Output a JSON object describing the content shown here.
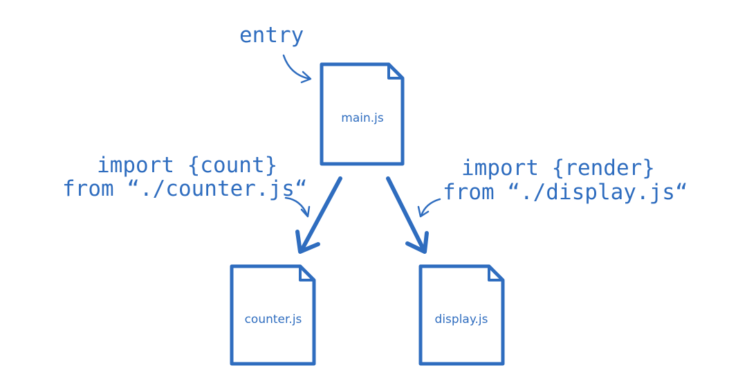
{
  "diagram": {
    "accent_color": "#2f6dbf",
    "entry_label": "entry",
    "files": {
      "main": "main.js",
      "counter": "counter.js",
      "display": "display.js"
    },
    "imports": {
      "left": {
        "line1": "import {count}",
        "line2": "from “./counter.js“"
      },
      "right": {
        "line1": "import {render}",
        "line2": "from “./display.js“"
      }
    }
  }
}
